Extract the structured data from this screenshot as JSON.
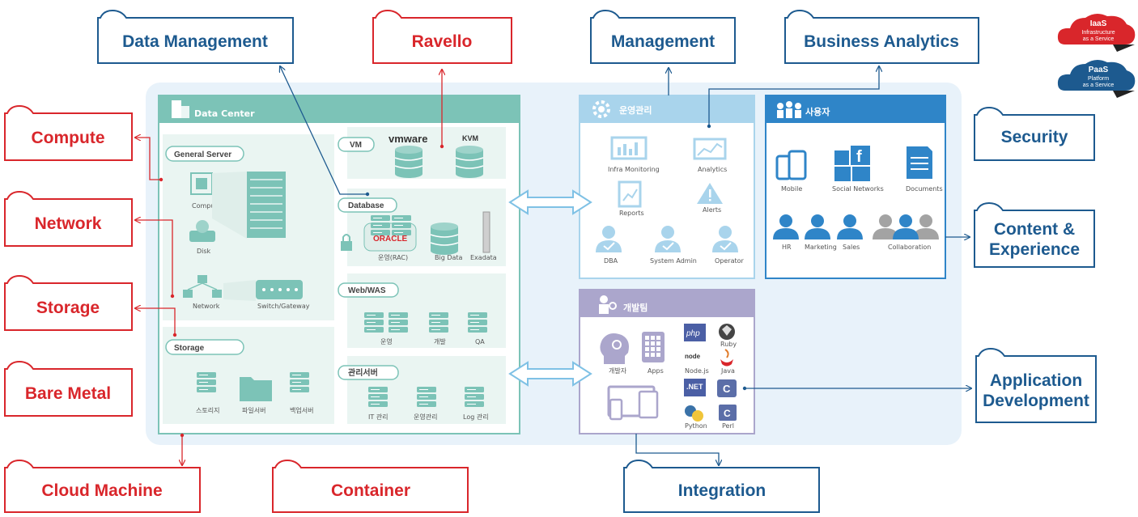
{
  "clouds": {
    "data_management": "Data Management",
    "ravello": "Ravello",
    "management": "Management",
    "business_analytics": "Business Analytics",
    "compute": "Compute",
    "network": "Network",
    "storage": "Storage",
    "bare_metal": "Bare Metal",
    "cloud_machine": "Cloud Machine",
    "container": "Container",
    "security": "Security",
    "content_experience_1": "Content &",
    "content_experience_2": "Experience",
    "application_development_1": "Application",
    "application_development_2": "Development",
    "integration": "Integration"
  },
  "legend": {
    "iaas": "IaaS",
    "iaas_sub1": "Infrastructure",
    "iaas_sub2": "as a Service",
    "paas": "PaaS",
    "paas_sub1": "Platform",
    "paas_sub2": "as a Service"
  },
  "data_center": {
    "title": "Data Center",
    "general_server": "General Server",
    "compute": "Compute",
    "disk": "Disk",
    "network": "Network",
    "switch": "Switch/Gateway",
    "storage": "Storage",
    "storage_items": [
      "스토리지",
      "파일서버",
      "백업서버"
    ],
    "vm": "VM",
    "vmware": "vmware",
    "kvm": "KVM",
    "database": "Database",
    "oracle": "ORACLE",
    "db_items": [
      "운영(RAC)",
      "Big Data",
      "Exadata"
    ],
    "web_was": "Web/WAS",
    "web_items": [
      "운영",
      "개발",
      "QA"
    ],
    "mgmt_server": "관리서버",
    "mgmt_items": [
      "IT 관리",
      "운영관리",
      "Log 관리"
    ]
  },
  "ops": {
    "title": "운영관리",
    "items": [
      "Infra Monitoring",
      "Analytics",
      "Reports",
      "Alerts",
      "DBA",
      "System Admin",
      "Operator"
    ]
  },
  "users": {
    "title": "사용자",
    "items": [
      "Mobile",
      "Social Networks",
      "Documents",
      "HR",
      "Marketing",
      "Sales",
      "Collaboration"
    ]
  },
  "dev": {
    "title": "개발팀",
    "items": [
      "개발자",
      "Apps"
    ],
    "langs": [
      "php",
      "Ruby",
      "node",
      "Node.js",
      "Java",
      "Python",
      "Perl",
      ".NET"
    ]
  },
  "colors": {
    "red": "#d9262b",
    "blue": "#1d5a8f",
    "teal": "#7cc3b7",
    "teal_bg": "#eaf5f2",
    "ops_blue": "#a9d4ec",
    "users_blue": "#2f85c8",
    "dev_purple": "#aba6cc",
    "platform_bg": "#e8f2fa"
  }
}
